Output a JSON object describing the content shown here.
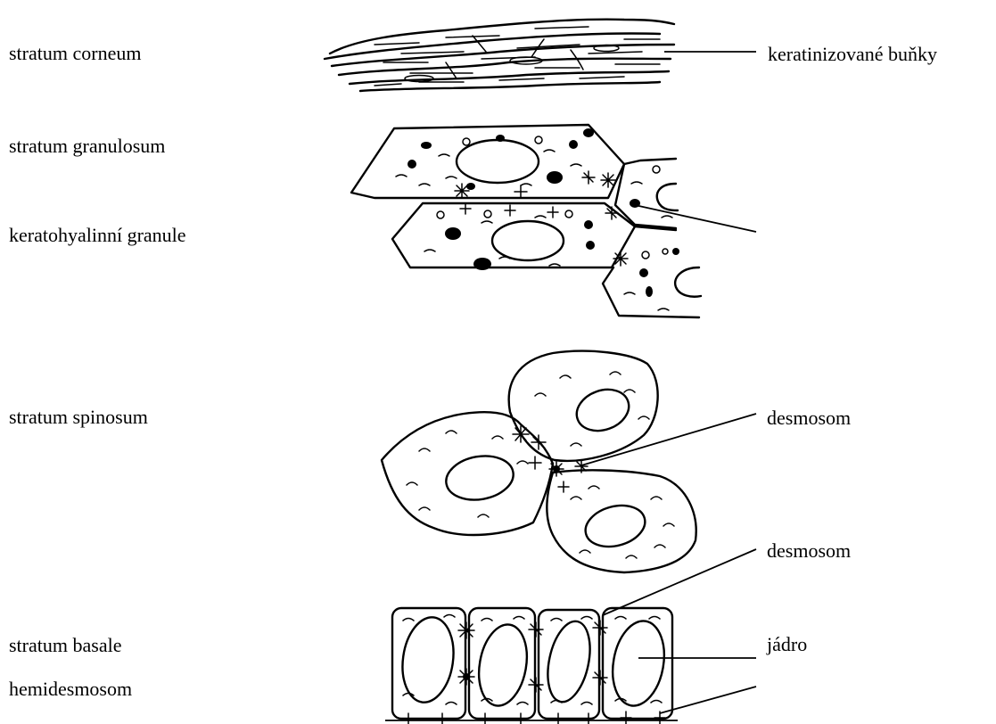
{
  "labels": {
    "stratum_corneum": "stratum corneum",
    "stratum_granulosum": "stratum granulosum",
    "keratohyalinni_granule": "keratohyalinní granule",
    "stratum_spinosum": "stratum spinosum",
    "stratum_basale": "stratum basale",
    "hemidesmosom": "hemidesmosom",
    "keratinizovane_bunky": "keratinizované buňky",
    "desmosom_spinosum": "desmosom",
    "desmosom_basale": "desmosom",
    "jadro": "jádro"
  }
}
